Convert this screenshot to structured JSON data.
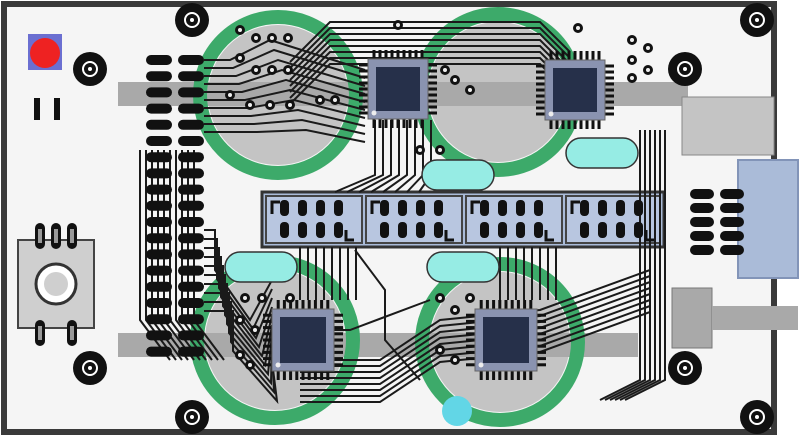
{
  "board": {
    "colors": {
      "background": "#ffffff",
      "board_fill": "#f5f5f5",
      "board_edge": "#3a3a3a",
      "trace": "#1a1a1a",
      "copper_ring": "#3daa6a",
      "cap_body": "#c4c4c4",
      "chip_body": "#26304a",
      "chip_outline": "#7c85a3",
      "gray_block": "#a9a9a9",
      "connector_blue": "#aabbd8",
      "cyan_highlight": "#96ece4",
      "led_red": "#ee2222",
      "led_pad": "#6b6fd1",
      "pad": "#111111"
    },
    "icons": {
      "mounting_hole": "mounting-hole-icon",
      "chip": "ic-chip-icon",
      "led": "led-icon",
      "switch": "tactile-switch-icon",
      "connector": "pin-header-icon"
    },
    "counts": {
      "mounting_holes": 8,
      "microcontrollers": 4,
      "relay_slots": 4,
      "crystal_oscillators": 4
    }
  }
}
